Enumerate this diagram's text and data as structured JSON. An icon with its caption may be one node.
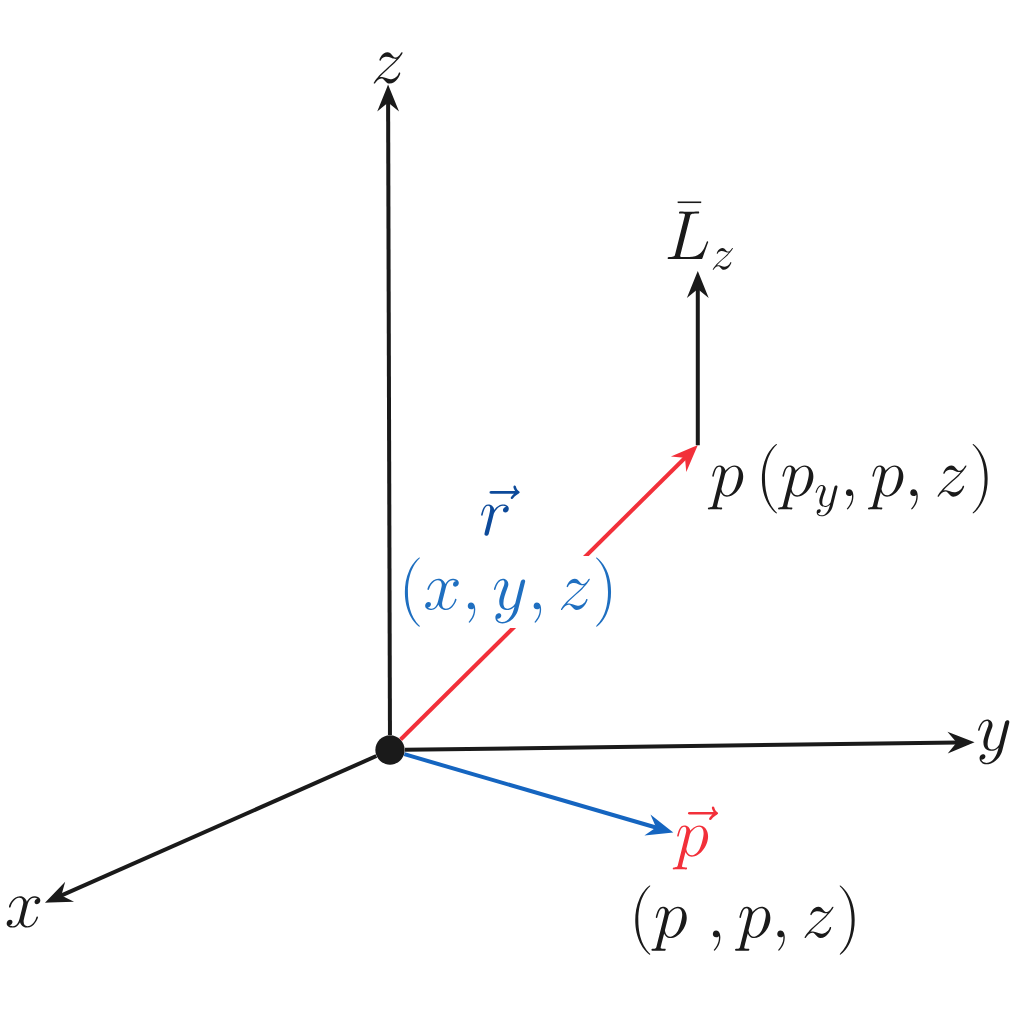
{
  "diagram": {
    "nodes": [
      {
        "text": [],
        "shape": "circle"
      },
      {
        "text": [
          "z"
        ]
      },
      {
        "text": [
          "y"
        ]
      },
      {
        "text": [
          "x"
        ]
      },
      {
        "text": [
          "p\\left(p_y,p,z\\right)"
        ]
      },
      {
        "text": [
          "\\bar{L}_z"
        ]
      },
      {
        "text": [
          "\\vec{p}"
        ],
        "beside": [
          "(p\\;,p,z)"
        ]
      }
    ],
    "edges": [
      {
        "from": 0,
        "to": 1,
        "arrow": "to"
      },
      {
        "from": 0,
        "to": 2,
        "arrow": "to"
      },
      {
        "from": 0,
        "to": 3,
        "arrow": "to"
      },
      {
        "from": 0,
        "to": 4,
        "arrow": "to",
        "label": "\\vec{r}",
        "color": "#f2303a"
      },
      {
        "from": 4,
        "to": 5,
        "arrow": "to"
      },
      {
        "from": 0,
        "to": 6,
        "arrow": "to",
        "color": "#1565c0"
      }
    ],
    "labels": [
      "(x,y,z)"
    ]
  }
}
